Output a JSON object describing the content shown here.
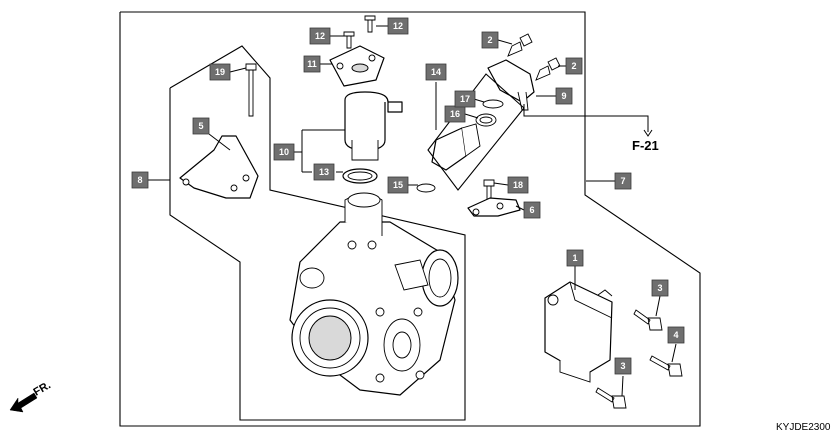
{
  "callouts": [
    {
      "label": "1"
    },
    {
      "label": "2"
    },
    {
      "label": "2"
    },
    {
      "label": "3"
    },
    {
      "label": "3"
    },
    {
      "label": "4"
    },
    {
      "label": "5"
    },
    {
      "label": "6"
    },
    {
      "label": "7"
    },
    {
      "label": "8"
    },
    {
      "label": "9"
    },
    {
      "label": "10"
    },
    {
      "label": "11"
    },
    {
      "label": "12"
    },
    {
      "label": "12"
    },
    {
      "label": "13"
    },
    {
      "label": "14"
    },
    {
      "label": "15"
    },
    {
      "label": "16"
    },
    {
      "label": "17"
    },
    {
      "label": "18"
    },
    {
      "label": "19"
    }
  ],
  "reference": "F-21",
  "direction": "FR.",
  "diagram_code": "KYJDE2300",
  "colors": {
    "callout_fill": "#6f6f6f",
    "callout_text": "#ffffff",
    "line": "#000000"
  }
}
